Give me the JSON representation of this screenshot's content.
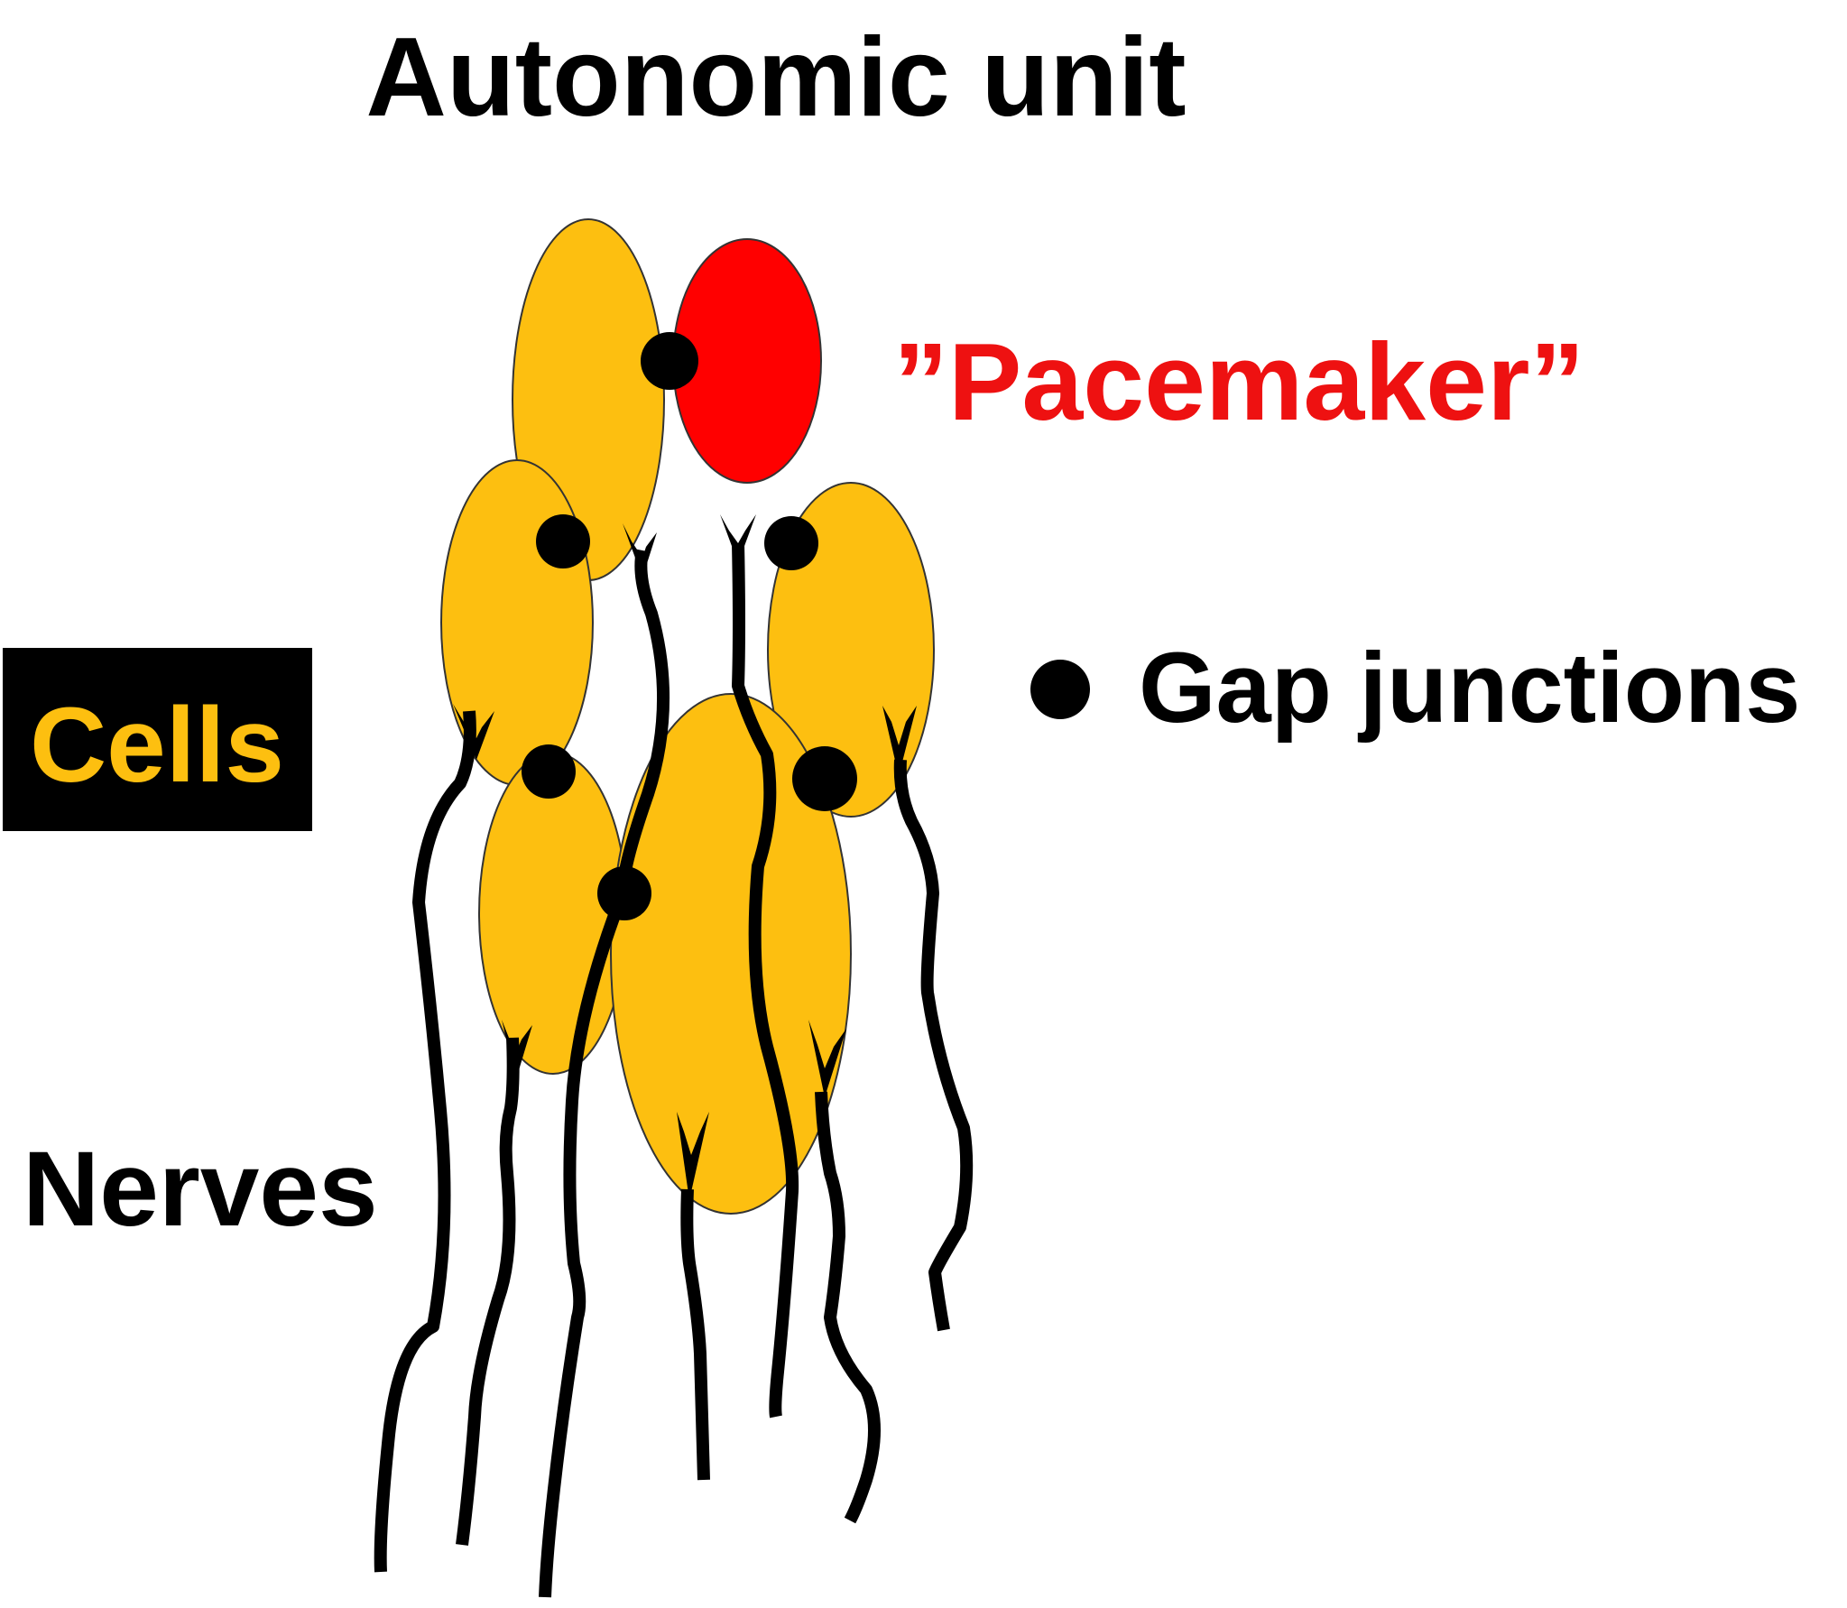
{
  "title": "Autonomic unit",
  "labels": {
    "pacemaker": "”Pacemaker”",
    "gap_junctions": "Gap junctions",
    "cells": "Cells",
    "nerves": "Nerves"
  },
  "colors": {
    "cell": "#FDBF10",
    "pacemaker_cell": "#FF0000",
    "pacemaker_text": "#EE1111",
    "cells_label_bg": "#000000",
    "cells_label_text": "#FDBF10",
    "gap_junction": "#000000",
    "nerve": "#000000",
    "text": "#000000"
  }
}
